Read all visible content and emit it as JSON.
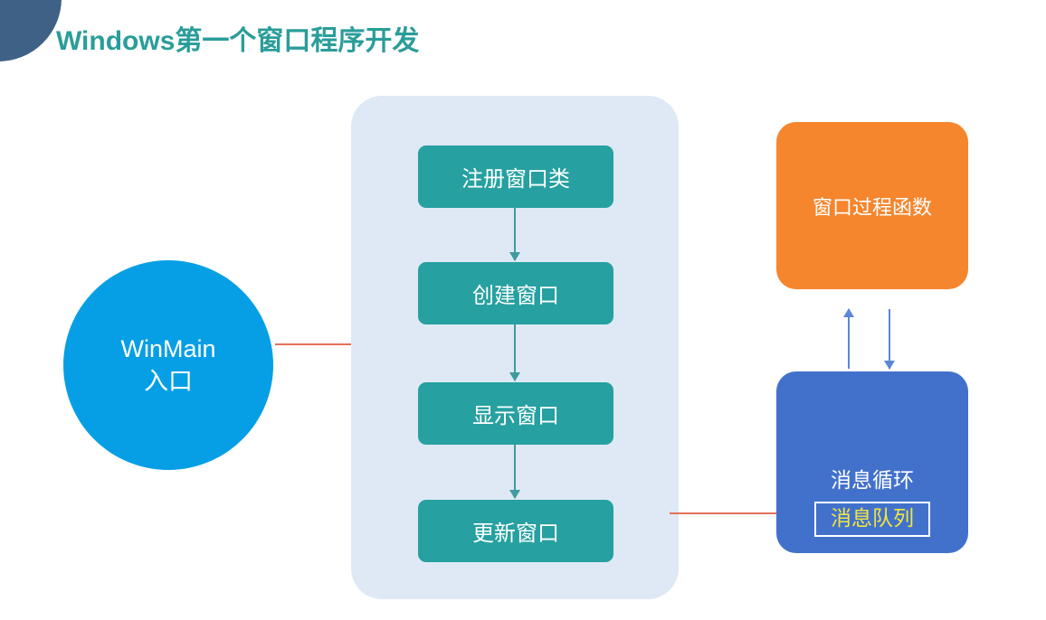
{
  "slide": {
    "title": "Windows第一个窗口程序开发",
    "colors": {
      "title": "#2a9d9a",
      "corner": "#3f6186",
      "entry_circle": "#069fe5",
      "panel": "#dee9f5",
      "step_box": "#26a0a0",
      "window_proc": "#f5862e",
      "message_loop": "#4271cc",
      "queue_text": "#f2e63c",
      "flow_arrow": "#e2705a",
      "step_arrow": "#3f9ba0",
      "loop_arrow": "#5b87d8"
    }
  },
  "entry": {
    "line1": "WinMain",
    "line2": "入口"
  },
  "flow": {
    "steps": [
      {
        "label": "注册窗口类"
      },
      {
        "label": "创建窗口"
      },
      {
        "label": "显示窗口"
      },
      {
        "label": "更新窗口"
      }
    ]
  },
  "right": {
    "window_procedure": "窗口过程函数",
    "message_loop": "消息循环",
    "message_queue": "消息队列"
  },
  "arrows": {
    "entry_to_flow": "arrow-right",
    "flow_to_loop": "arrow-right",
    "loop_to_proc": "arrow-up",
    "proc_to_loop": "arrow-down",
    "step_next": "arrow-down"
  }
}
